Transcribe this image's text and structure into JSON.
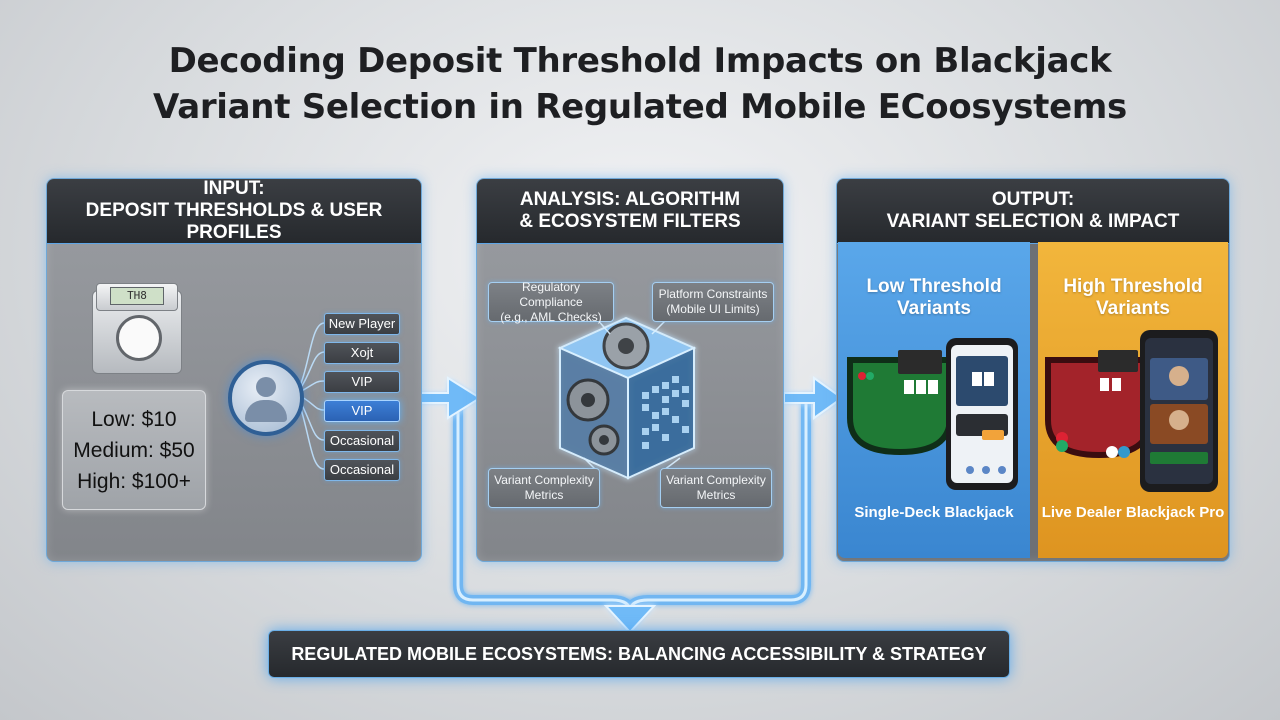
{
  "title_line1": "Decoding Deposit Threshold Impacts on Blackjack",
  "title_line2": "Variant Selection in Regulated Mobile ECoosystems",
  "input": {
    "header_line1": "INPUT:",
    "header_line2": "DEPOSIT THRESHOLDS & USER PROFILES",
    "scale_display": "TH8",
    "thresholds": [
      "Low: $10",
      "Medium: $50",
      "High: $100+"
    ],
    "profiles": [
      "New Player",
      "Xojt",
      "VIP",
      "VIP",
      "Occasional",
      "Occasional"
    ],
    "highlighted_profile_index": 3
  },
  "analysis": {
    "header_line1": "ANALYSIS: ALGORITHM",
    "header_line2": "& ECOSYSTEM FILTERS",
    "filters": {
      "top_left": [
        "Regulatory Compliance",
        "(e.g., AML Checks)"
      ],
      "top_right": [
        "Platform Constraints",
        "(Mobile UI Limits)"
      ],
      "bottom_left": [
        "Variant Complexity",
        "Metrics"
      ],
      "bottom_right": [
        "Variant Complexity",
        "Metrics"
      ]
    }
  },
  "output": {
    "header_line1": "OUTPUT:",
    "header_line2": "VARIANT SELECTION & IMPACT",
    "low": {
      "title_line1": "Low Threshold",
      "title_line2": "Variants",
      "name": "Single-Deck Blackjack",
      "color": "#3f8fd8"
    },
    "high": {
      "title_line1": "High Threshold",
      "title_line2": "Variants",
      "name": "Live Dealer Blackjack Pro",
      "color": "#e39a22"
    }
  },
  "bottom_banner": "REGULATED MOBILE ECOSYSTEMS: BALANCING ACCESSIBILITY & STRATEGY",
  "icons": [
    "scale-icon",
    "user-avatar-icon",
    "gear-cube-icon",
    "blackjack-table-icon",
    "smartphone-icon",
    "arrow-right-icon",
    "arrow-down-icon"
  ],
  "colors": {
    "glow": "#5fb0f5",
    "panel_header": "#2a2d31",
    "low_panel": "#3f8fd8",
    "high_panel": "#e39a22"
  }
}
